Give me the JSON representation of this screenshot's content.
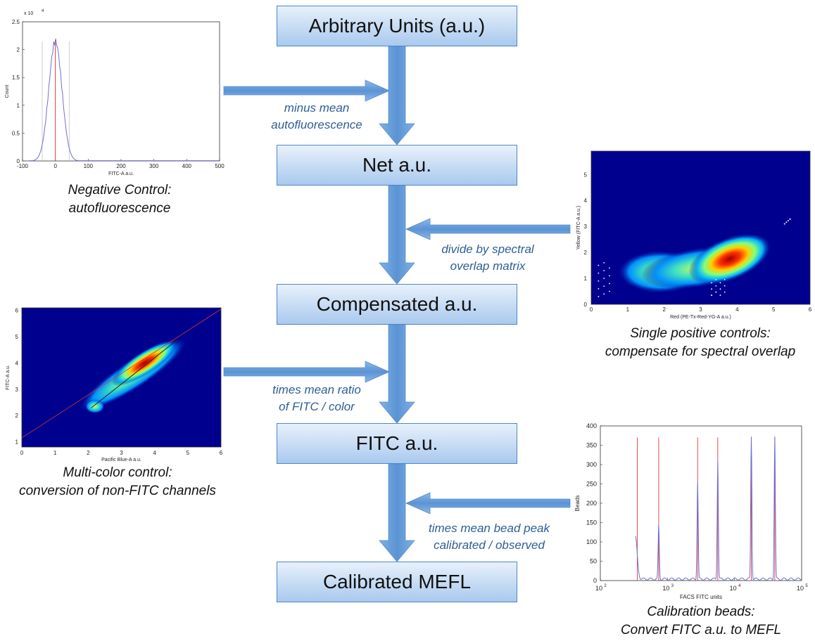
{
  "flow": {
    "boxes": [
      "Arbitrary Units (a.u.)",
      "Net a.u.",
      "Compensated a.u.",
      "FITC a.u.",
      "Calibrated MEFL"
    ],
    "steps": [
      [
        "minus mean",
        "autofluorescence"
      ],
      [
        "divide by spectral",
        "overlap matrix"
      ],
      [
        "times mean ratio",
        "of FITC / color"
      ],
      [
        "times mean bead peak",
        "calibrated / observed"
      ]
    ]
  },
  "panels": {
    "negative_control": {
      "caption": [
        "Negative Control:",
        "autofluorescence"
      ],
      "xlabel": "FITC-A a.u.",
      "ylabel": "Count",
      "exponent_label": "x 10",
      "exponent_power": "4",
      "xticks": [
        "-100",
        "0",
        "100",
        "200",
        "300",
        "400",
        "500"
      ],
      "yticks": [
        "0",
        "0.5",
        "1",
        "1.5",
        "2",
        "2.5"
      ]
    },
    "single_positive": {
      "caption": [
        "Single positive controls:",
        "compensate for spectral overlap"
      ],
      "xlabel": "Red (PE-Tx-Red-YG-A a.u.)",
      "ylabel": "Yellow (FITC-A a.u.)",
      "xticks": [
        "0",
        "1",
        "2",
        "3",
        "4",
        "5",
        "6"
      ],
      "yticks": [
        "0",
        "1",
        "2",
        "3",
        "4",
        "5"
      ]
    },
    "multi_color": {
      "caption": [
        "Multi-color control:",
        "conversion of non-FITC channels"
      ],
      "xlabel": "Pacific Blue-A a.u.",
      "ylabel": "FITC-A a.u.",
      "xticks": [
        "0",
        "1",
        "2",
        "3",
        "4",
        "5",
        "6"
      ],
      "yticks": [
        "1",
        "2",
        "3",
        "4",
        "5",
        "6"
      ]
    },
    "calibration_beads": {
      "caption": [
        "Calibration beads:",
        "Convert FITC a.u. to MEFL"
      ],
      "xlabel": "FACS FITC units",
      "ylabel": "Beads",
      "xticks": [
        "10",
        "10",
        "10",
        "10"
      ],
      "xtick_powers": [
        "2",
        "3",
        "4",
        "5"
      ],
      "yticks": [
        "0",
        "50",
        "100",
        "150",
        "200",
        "250",
        "300",
        "350",
        "400"
      ]
    }
  },
  "colors": {
    "box_border": "#4f86c6",
    "arrow": "#6a9fd8",
    "step_text": "#2e5d95",
    "histogram_line": "#6f6fd8",
    "marker_line": "#e23a3a"
  }
}
